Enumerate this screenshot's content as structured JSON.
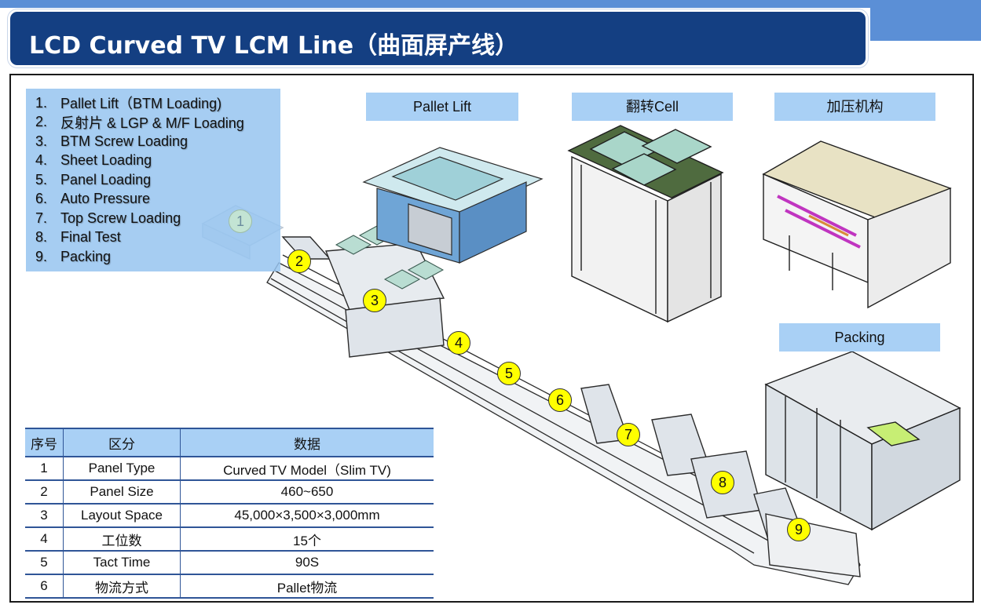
{
  "header": {
    "title": "LCD Curved TV LCM Line（曲面屏产线）"
  },
  "process_steps": [
    {
      "num": "1.",
      "label": "Pallet Lift（BTM Loading)"
    },
    {
      "num": "2.",
      "label": "反射片 & LGP & M/F Loading"
    },
    {
      "num": "3.",
      "label": "BTM Screw Loading"
    },
    {
      "num": "4.",
      "label": "Sheet Loading"
    },
    {
      "num": "5.",
      "label": "Panel Loading"
    },
    {
      "num": "6.",
      "label": "Auto Pressure"
    },
    {
      "num": "7.",
      "label": "Top Screw Loading"
    },
    {
      "num": "8.",
      "label": "Final Test"
    },
    {
      "num": "9.",
      "label": "Packing"
    }
  ],
  "machine_views": {
    "pallet_lift": "Pallet Lift",
    "flip_cell": "翻转Cell",
    "press_mechanism": "加压机构",
    "packing": "Packing"
  },
  "station_markers": [
    "1",
    "2",
    "3",
    "4",
    "5",
    "6",
    "7",
    "8",
    "9"
  ],
  "spec_table": {
    "headers": [
      "序号",
      "区分",
      "数据"
    ],
    "rows": [
      {
        "no": "1",
        "item": "Panel Type",
        "value": "Curved TV Model（Slim TV)"
      },
      {
        "no": "2",
        "item": "Panel Size",
        "value": "460~650"
      },
      {
        "no": "3",
        "item": "Layout Space",
        "value": "45,000×3,500×3,000mm"
      },
      {
        "no": "4",
        "item": "工位数",
        "value": "15个"
      },
      {
        "no": "5",
        "item": "Tact Time",
        "value": "90S"
      },
      {
        "no": "6",
        "item": "物流方式",
        "value": "Pallet物流"
      }
    ]
  },
  "colors": {
    "title_bar": "#143f82",
    "accent_strip": "#5b8fd6",
    "label_fill": "#a9d0f5",
    "marker_fill": "#ffff00",
    "table_rule": "#2f5597"
  }
}
